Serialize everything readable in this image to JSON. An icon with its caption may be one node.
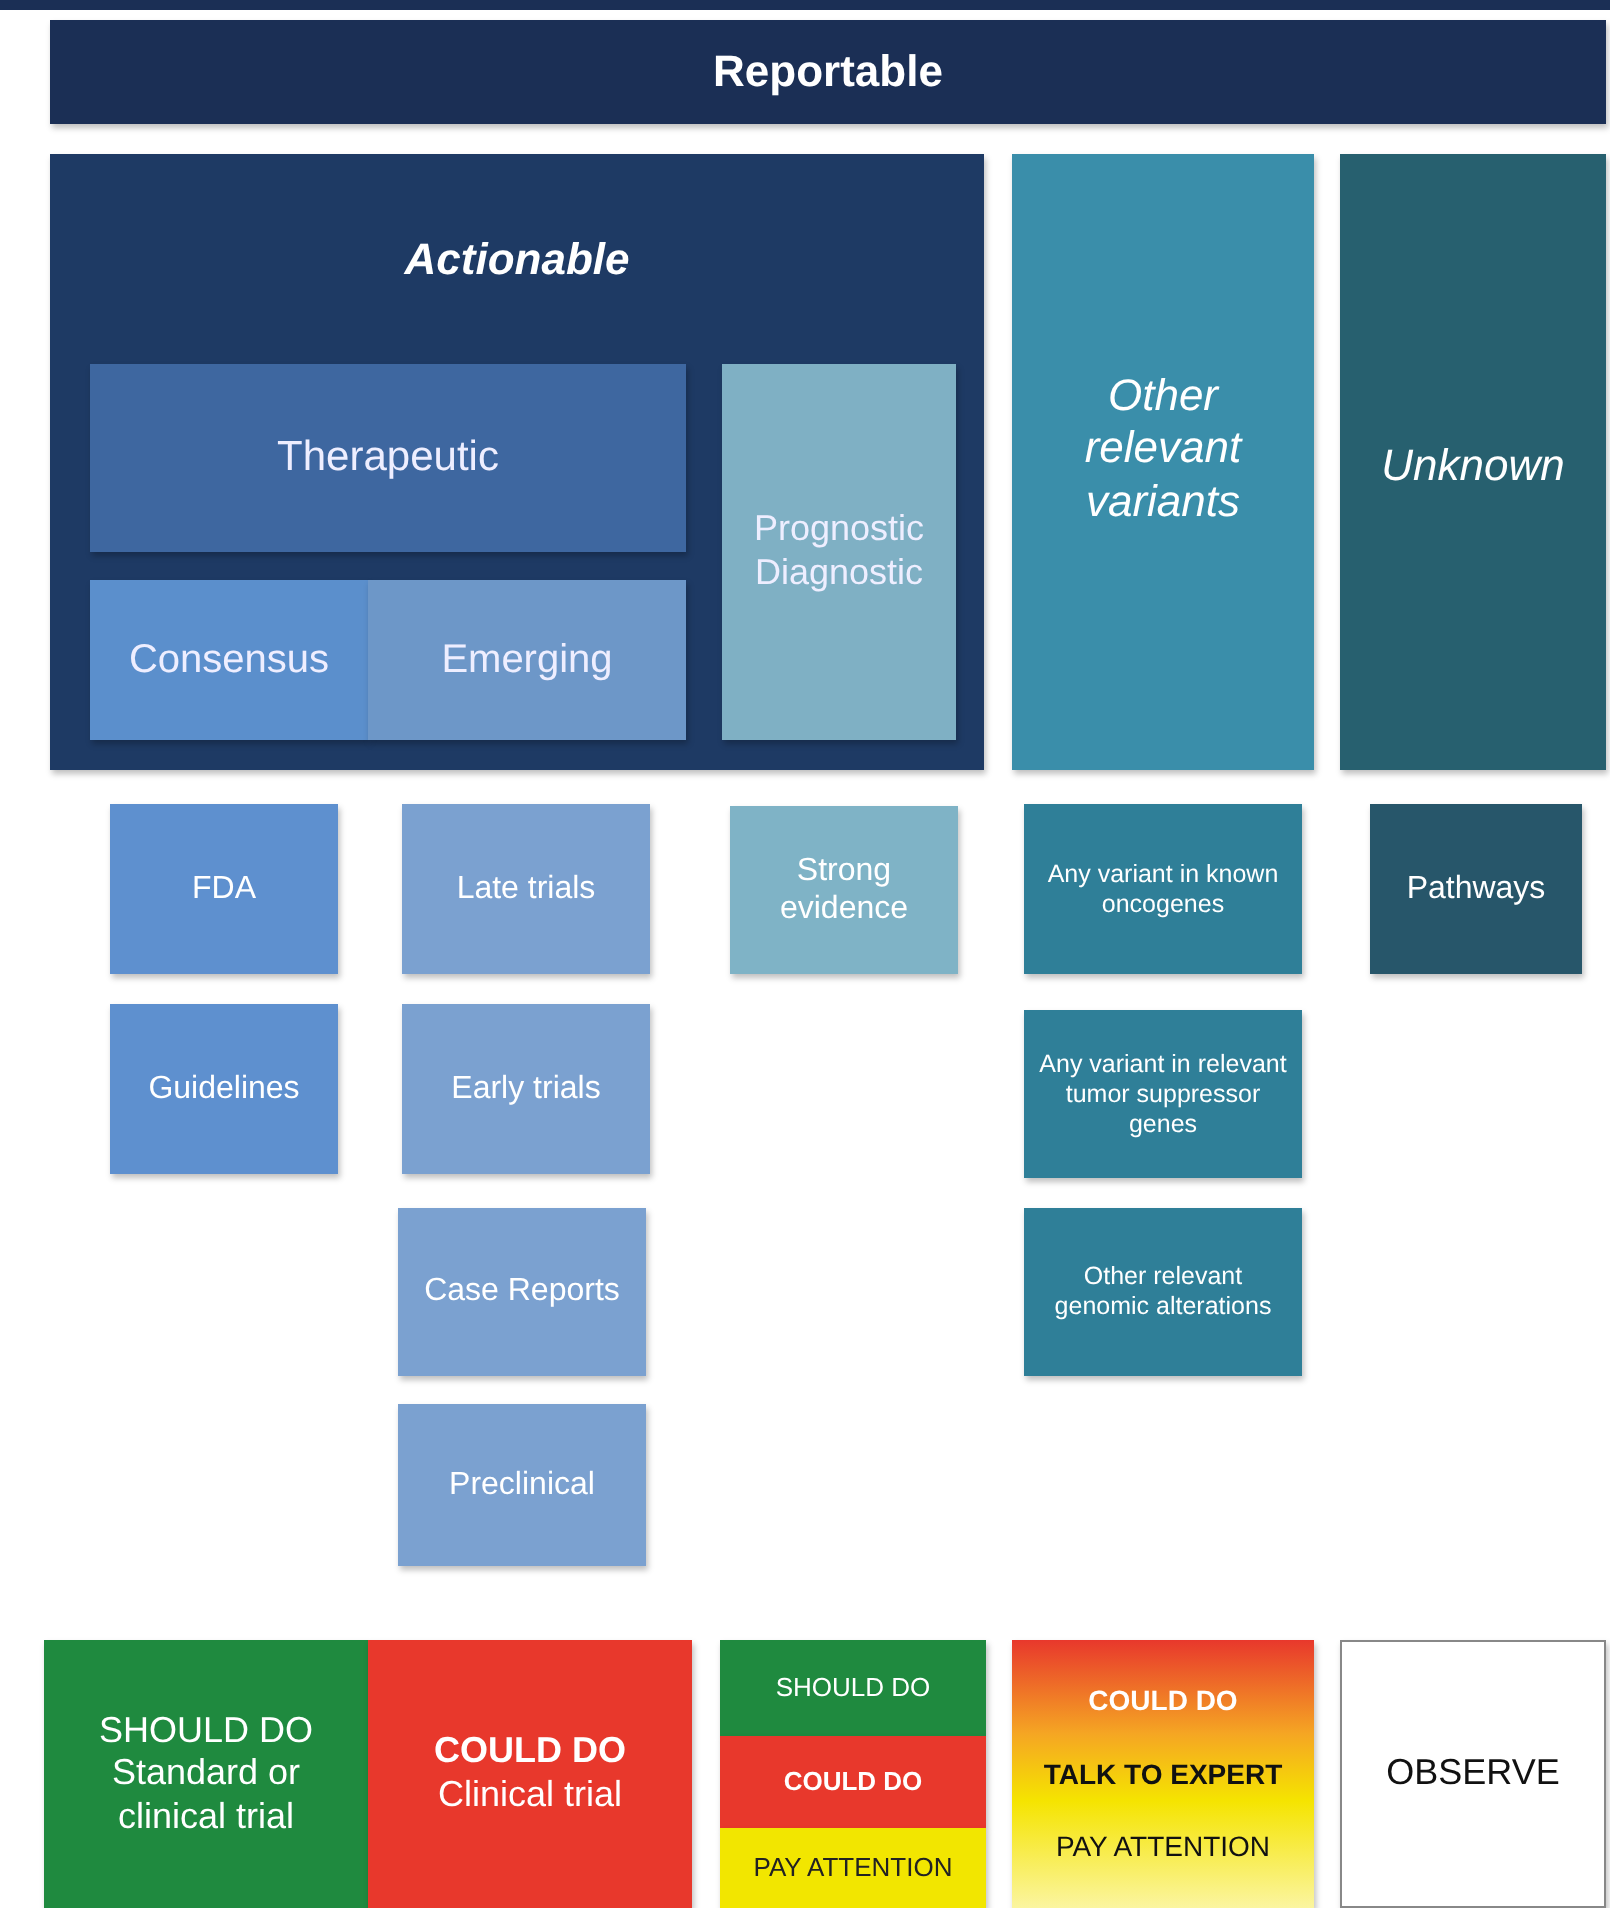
{
  "diagram": {
    "nodes": [
      {
        "text": [
          "Reportable"
        ]
      },
      {
        "text": [
          "Actionable"
        ]
      },
      {
        "text": [
          "Therapeutic"
        ],
        "in": 1
      },
      {
        "text": [
          "Consensus"
        ],
        "in": 1
      },
      {
        "text": [
          "Emerging"
        ],
        "in": 1
      },
      {
        "text": [
          "Prognostic Diagnostic"
        ],
        "in": 1
      },
      {
        "text": [
          "Other relevant variants"
        ]
      },
      {
        "text": [
          "Unknown"
        ]
      },
      {
        "text": [
          "FDA"
        ]
      },
      {
        "text": [
          "Guidelines"
        ]
      },
      {
        "text": [
          "Late trials"
        ]
      },
      {
        "text": [
          "Early trials"
        ]
      },
      {
        "text": [
          "Case Reports"
        ]
      },
      {
        "text": [
          "Preclinical"
        ]
      },
      {
        "text": [
          "Strong evidence"
        ]
      },
      {
        "text": [
          "Any variant in known oncogenes"
        ]
      },
      {
        "text": [
          "Any variant in relevant tumor suppressor genes"
        ]
      },
      {
        "text": [
          "Other relevant genomic alterations"
        ]
      },
      {
        "text": [
          "Pathways"
        ]
      },
      {
        "text": [
          "SHOULD DO",
          "Standard or clinical trial"
        ]
      },
      {
        "text": [
          "COULD DO",
          "Clinical trial"
        ]
      },
      {
        "text": [
          "SHOULD DO"
        ]
      },
      {
        "text": [
          "COULD DO"
        ]
      },
      {
        "text": [
          "PAY ATTENTION"
        ]
      },
      {
        "text": [
          "COULD DO",
          "TALK TO EXPERT",
          "PAY ATTENTION"
        ]
      },
      {
        "text": [
          "OBSERVE"
        ]
      }
    ]
  }
}
